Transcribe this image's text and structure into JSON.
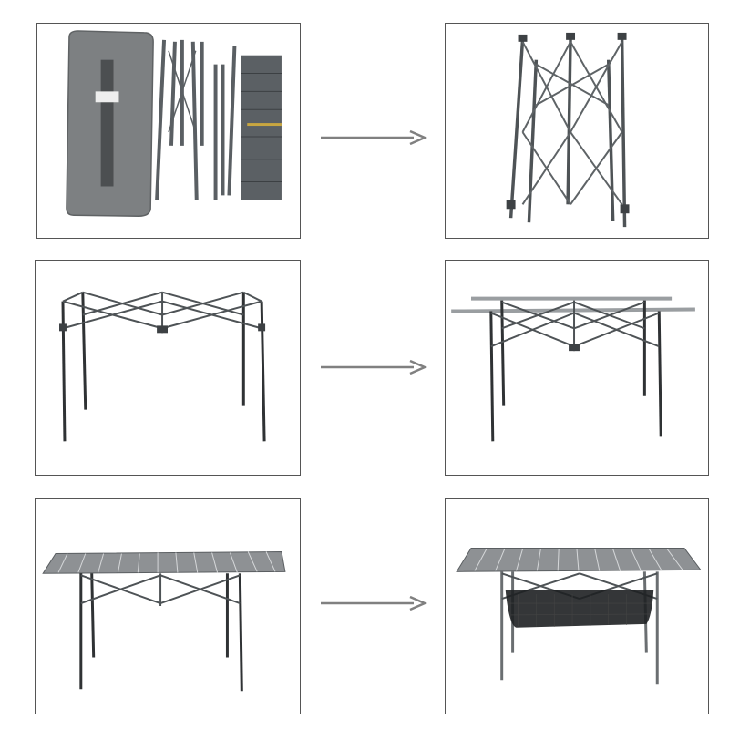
{
  "colors": {
    "frame": "#555555",
    "metal": "#5a5f63",
    "bag": "#7d8082",
    "tabletop": "#8e9194",
    "arrow": "#808080"
  },
  "steps": [
    {
      "id": "step-1",
      "icon": "carry-bag-and-parts-image"
    },
    {
      "id": "step-2",
      "icon": "folded-frame-image"
    },
    {
      "id": "step-3",
      "icon": "expanded-frame-image"
    },
    {
      "id": "step-4",
      "icon": "frame-with-rails-image"
    },
    {
      "id": "step-5",
      "icon": "table-with-top-image"
    },
    {
      "id": "step-6",
      "icon": "table-with-storage-net-image"
    }
  ]
}
